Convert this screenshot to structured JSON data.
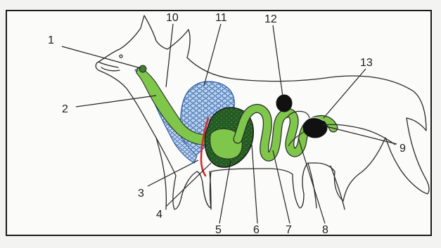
{
  "labels": [
    {
      "id": "1",
      "text": "1"
    },
    {
      "id": "2",
      "text": "2"
    },
    {
      "id": "3",
      "text": "3"
    },
    {
      "id": "4",
      "text": "4"
    },
    {
      "id": "5",
      "text": "5"
    },
    {
      "id": "6",
      "text": "6"
    },
    {
      "id": "7",
      "text": "7"
    },
    {
      "id": "8",
      "text": "8"
    },
    {
      "id": "9",
      "text": "9"
    },
    {
      "id": "10",
      "text": "10"
    },
    {
      "id": "11",
      "text": "11"
    },
    {
      "id": "12",
      "text": "12"
    },
    {
      "id": "13",
      "text": "13"
    }
  ],
  "colors": {
    "outline": "#2a2a2a",
    "digestive_tract": "#7fc74a",
    "stomach": "#3f7f30",
    "lung_fill": "#b9d2ef",
    "lung_net": "#2f5ea3",
    "heart": "#2c6f2a",
    "diaphragm": "#d62b2b",
    "dark_organs": "#111111"
  }
}
